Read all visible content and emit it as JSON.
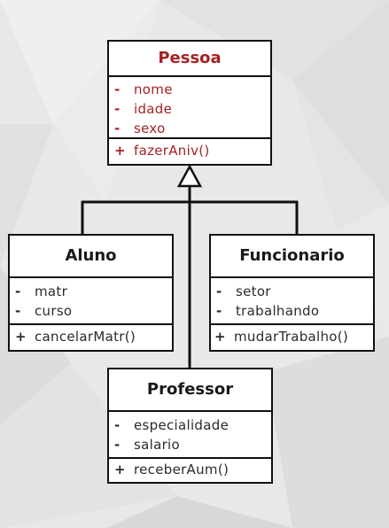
{
  "diagram": {
    "classes": {
      "pessoa": {
        "name": "Pessoa",
        "attributes": [
          {
            "visibility": "-",
            "name": "nome"
          },
          {
            "visibility": "-",
            "name": "idade"
          },
          {
            "visibility": "-",
            "name": "sexo"
          }
        ],
        "methods": [
          {
            "visibility": "+",
            "name": "fazerAniv()"
          }
        ]
      },
      "aluno": {
        "name": "Aluno",
        "attributes": [
          {
            "visibility": "-",
            "name": "matr"
          },
          {
            "visibility": "-",
            "name": "curso"
          }
        ],
        "methods": [
          {
            "visibility": "+",
            "name": "cancelarMatr()"
          }
        ]
      },
      "funcionario": {
        "name": "Funcionario",
        "attributes": [
          {
            "visibility": "-",
            "name": "setor"
          },
          {
            "visibility": "-",
            "name": "trabalhando"
          }
        ],
        "methods": [
          {
            "visibility": "+",
            "name": "mudarTrabalho()"
          }
        ]
      },
      "professor": {
        "name": "Professor",
        "attributes": [
          {
            "visibility": "-",
            "name": "especialidade"
          },
          {
            "visibility": "-",
            "name": "salario"
          }
        ],
        "methods": [
          {
            "visibility": "+",
            "name": "receberAum()"
          }
        ]
      }
    },
    "relationships": [
      {
        "type": "generalization",
        "from": "Aluno",
        "to": "Pessoa"
      },
      {
        "type": "generalization",
        "from": "Funcionario",
        "to": "Pessoa"
      },
      {
        "type": "generalization",
        "from": "Professor",
        "to": "Pessoa"
      }
    ],
    "colors": {
      "highlight_text": "#a52224",
      "text": "#2b2b2b",
      "line": "#111111",
      "background": "#e6e6e6"
    }
  }
}
